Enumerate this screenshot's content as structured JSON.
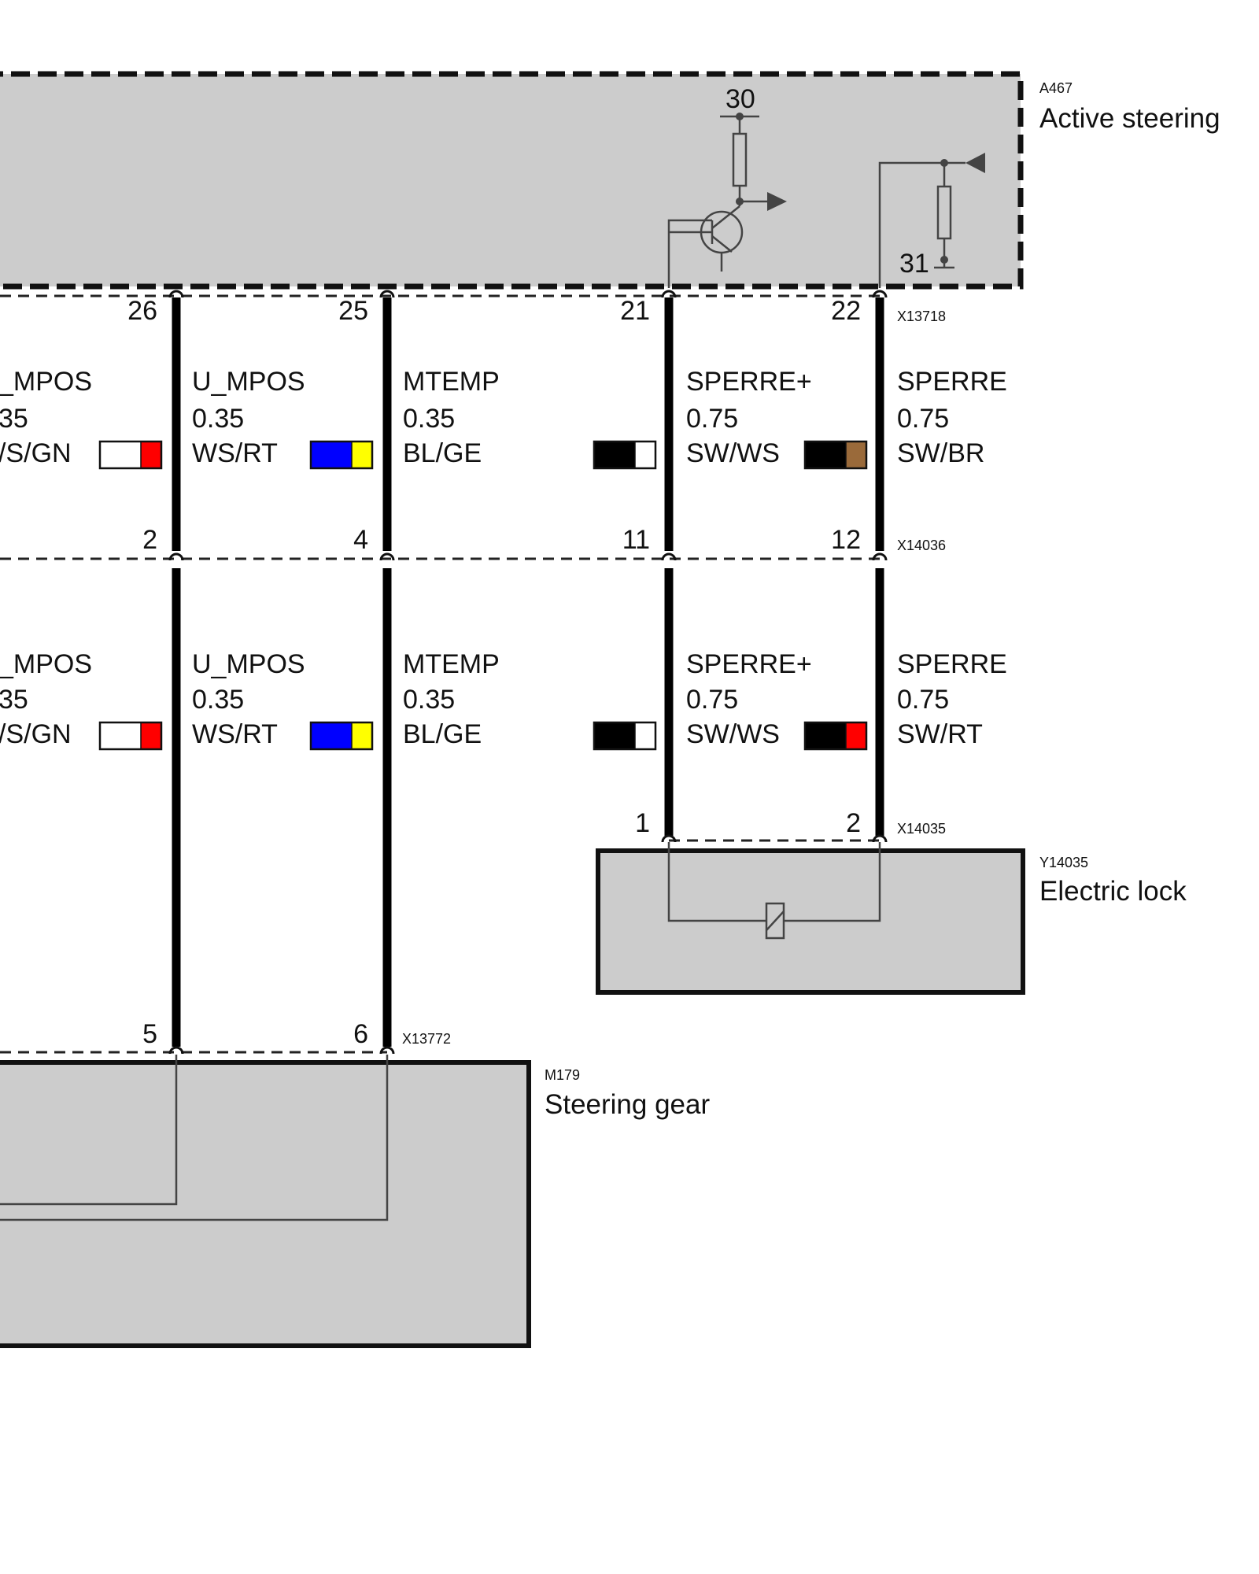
{
  "colors": {
    "box_fill": "#cccccc",
    "wire": "#000000",
    "ws": "#ffffff",
    "rt": "#ff0000",
    "bl": "#0000ff",
    "ge": "#ffff00",
    "sw": "#000000",
    "br": "#9a6a3a"
  },
  "components": {
    "active_steering": {
      "code": "A467",
      "name": "Active steering",
      "terminal_30": "30",
      "terminal_31": "31"
    },
    "electric_lock": {
      "code": "Y14035",
      "name": "Electric lock"
    },
    "steering_gear": {
      "code": "M179",
      "name": "Steering gear"
    }
  },
  "connectors": {
    "x13718": "X13718",
    "x14036": "X14036",
    "x14035": "X14035",
    "x13772": "X13772"
  },
  "pins": {
    "top": [
      "26",
      "25",
      "21",
      "22"
    ],
    "mid": [
      "2",
      "4",
      "11",
      "12"
    ],
    "lock": [
      "1",
      "2"
    ],
    "gear": [
      "5",
      "6"
    ]
  },
  "upper_labels": {
    "col0": {
      "signal": "_MPOS",
      "size": "35",
      "color": "/S/GN"
    },
    "col1": {
      "signal": "U_MPOS",
      "size": "0.35",
      "color": "WS/RT"
    },
    "col2": {
      "signal": "MTEMP",
      "size": "0.35",
      "color": "BL/GE"
    },
    "col3": {
      "signal": "SPERRE+",
      "size": "0.75",
      "color": "SW/WS"
    },
    "col4": {
      "signal": "SPERRE",
      "size": "0.75",
      "color": "SW/BR"
    }
  },
  "lower_labels": {
    "col0": {
      "signal": "_MPOS",
      "size": "35",
      "color": "/S/GN"
    },
    "col1": {
      "signal": "U_MPOS",
      "size": "0.35",
      "color": "WS/RT"
    },
    "col2": {
      "signal": "MTEMP",
      "size": "0.35",
      "color": "BL/GE"
    },
    "col3": {
      "signal": "SPERRE+",
      "size": "0.75",
      "color": "SW/WS"
    },
    "col4": {
      "signal": "SPERRE",
      "size": "0.75",
      "color": "SW/RT"
    }
  }
}
